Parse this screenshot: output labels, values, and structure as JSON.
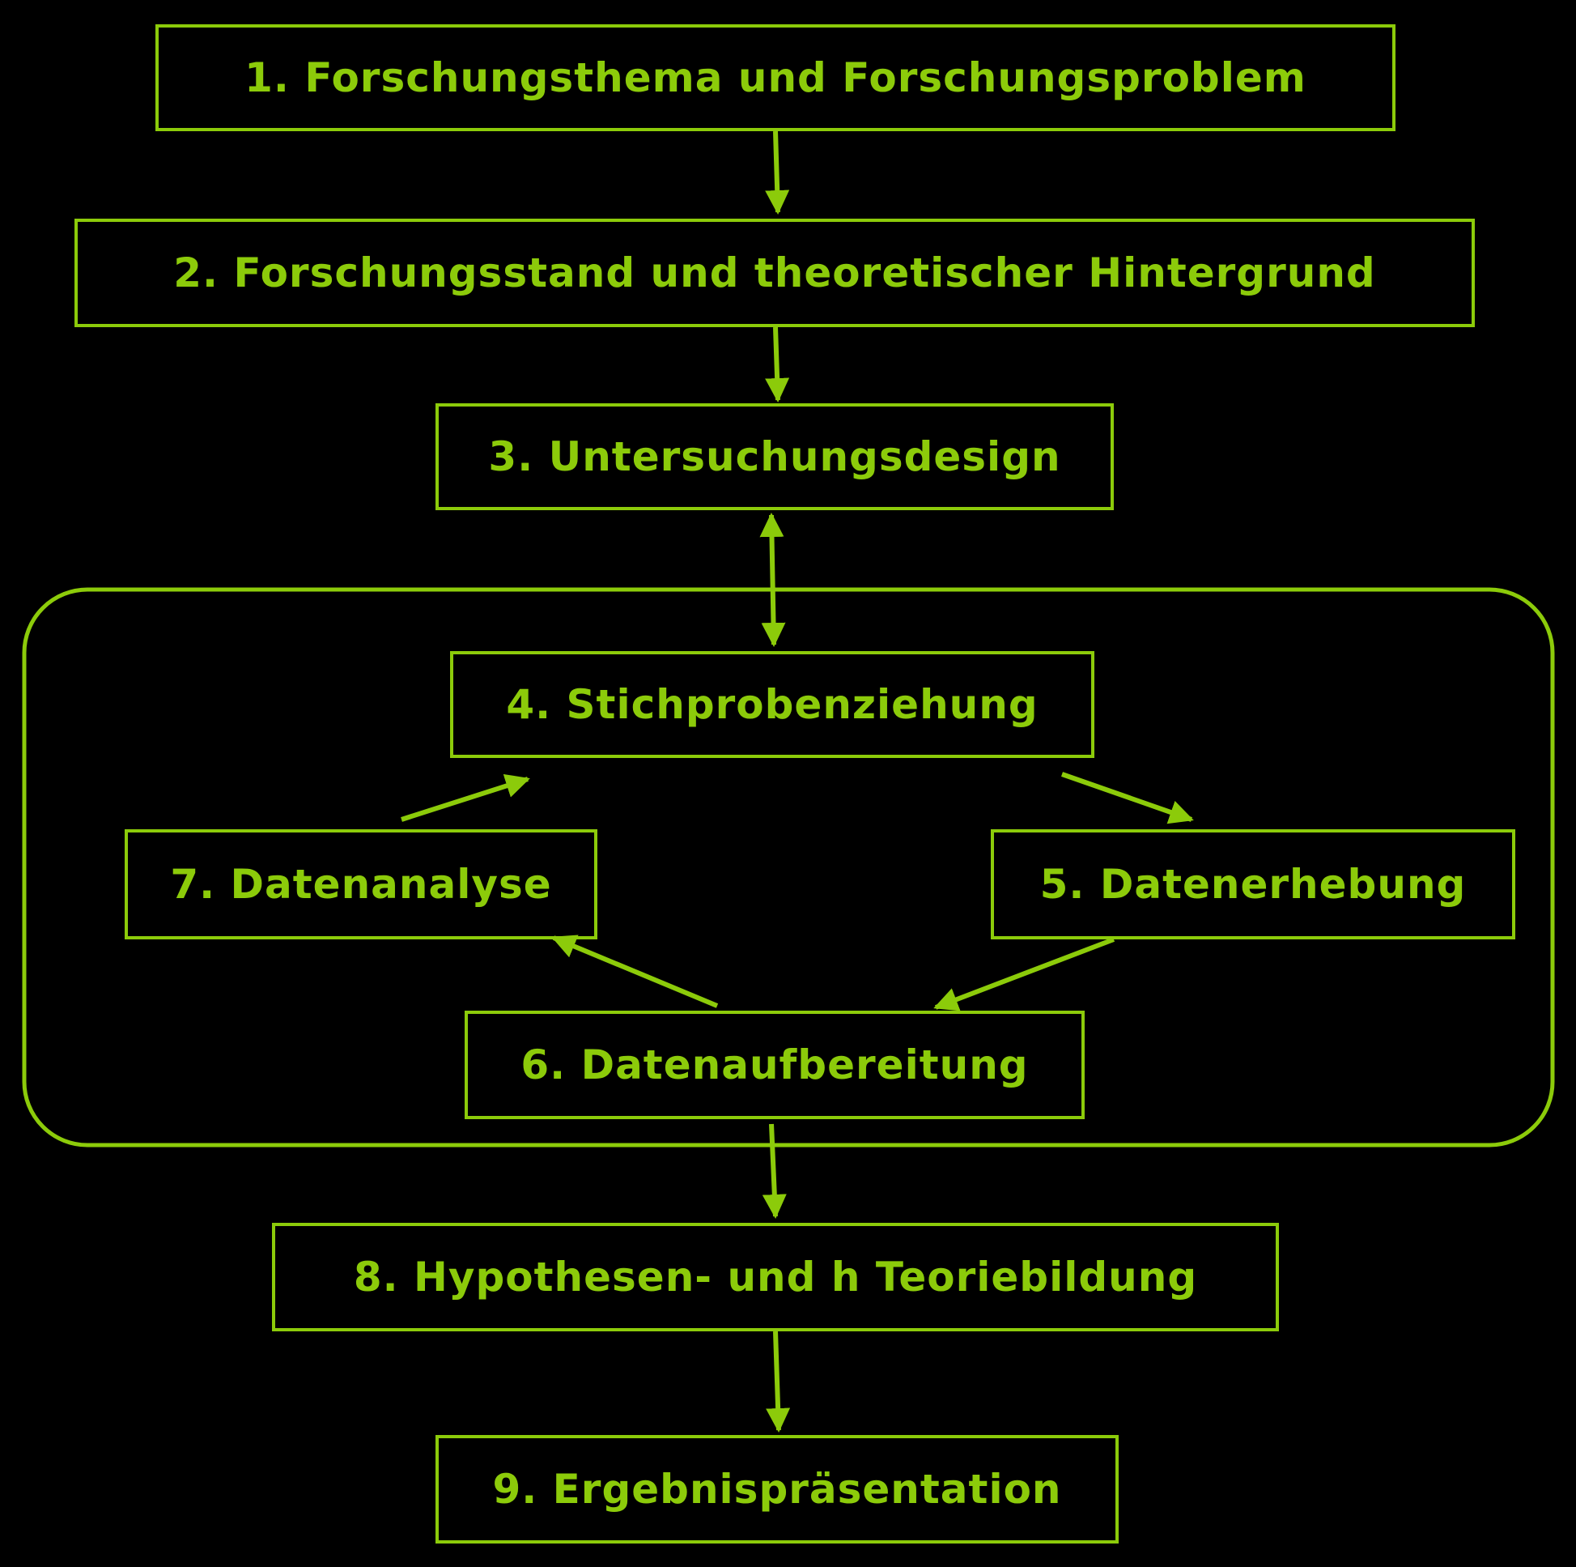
{
  "colors": {
    "background": "#000000",
    "stroke": "#8CCB0A",
    "text": "#8CCB0A"
  },
  "steps": {
    "s1": "1. Forschungsthema und Forschungsproblem",
    "s2": "2. Forschungsstand und theoretischer Hintergrund",
    "s3": "3. Untersuchungsdesign",
    "s4": "4. Stichprobenziehung",
    "s5": "5. Datenerhebung",
    "s6": "6. Datenaufbereitung",
    "s7": "7. Datenanalyse",
    "s8": "8. Hypothesen- und h Teoriebildung",
    "s9": "9. Ergebnispräsentation"
  },
  "connections": [
    {
      "from": "s1",
      "to": "s2",
      "direction": "forward"
    },
    {
      "from": "s2",
      "to": "s3",
      "direction": "forward"
    },
    {
      "from": "s3",
      "to": "s4",
      "direction": "both"
    },
    {
      "from": "s4",
      "to": "s5",
      "direction": "forward"
    },
    {
      "from": "s5",
      "to": "s6",
      "direction": "forward"
    },
    {
      "from": "s6",
      "to": "s7",
      "direction": "forward"
    },
    {
      "from": "s7",
      "to": "s4",
      "direction": "forward"
    },
    {
      "from": "s6",
      "to": "s8",
      "direction": "forward"
    },
    {
      "from": "s8",
      "to": "s9",
      "direction": "forward"
    }
  ]
}
